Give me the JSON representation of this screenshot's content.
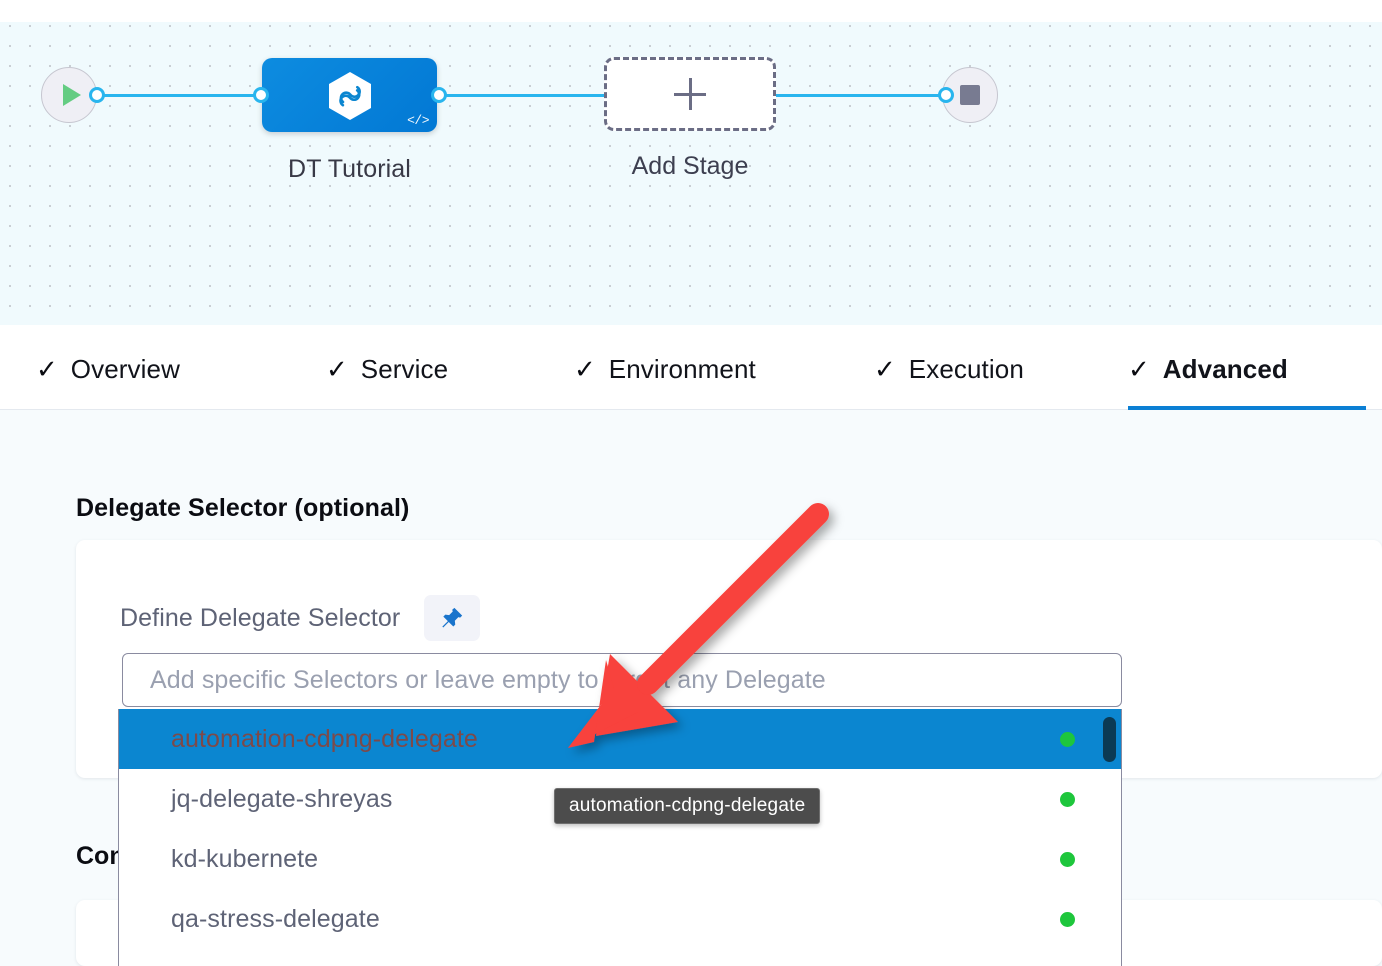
{
  "canvas": {
    "start_node": {
      "icon": "play-icon",
      "name": "pipeline-start"
    },
    "end_node": {
      "icon": "stop-icon",
      "name": "pipeline-end"
    },
    "stage": {
      "label": "DT Tutorial",
      "icon": "harness-hexagon-icon",
      "code_badge": "</>"
    },
    "add_stage": {
      "label": "Add Stage",
      "icon": "plus-icon"
    }
  },
  "tabs": [
    {
      "label": "Overview",
      "check": "✓",
      "active": false
    },
    {
      "label": "Service",
      "check": "✓",
      "active": false
    },
    {
      "label": "Environment",
      "check": "✓",
      "active": false
    },
    {
      "label": "Execution",
      "check": "✓",
      "active": false
    },
    {
      "label": "Advanced",
      "check": "✓",
      "active": true
    }
  ],
  "delegate_selector": {
    "section_title": "Delegate Selector (optional)",
    "define_label": "Define Delegate Selector",
    "pin_icon": "pushpin-icon",
    "input": {
      "value": "",
      "placeholder": "Add specific Selectors or leave empty to target any Delegate"
    },
    "options": [
      {
        "name": "automation-cdpng-delegate",
        "status": "connected",
        "selected": true
      },
      {
        "name": "jq-delegate-shreyas",
        "status": "connected",
        "selected": false
      },
      {
        "name": "kd-kubernete",
        "status": "connected",
        "selected": false
      },
      {
        "name": "qa-stress-delegate",
        "status": "connected",
        "selected": false
      }
    ],
    "tooltip": "automation-cdpng-delegate"
  },
  "conditional_section": {
    "section_title": "Conditional Execution"
  },
  "annotation": {
    "arrow_color": "#f8423c"
  },
  "colors": {
    "accent_blue": "#0b7fd4",
    "connector_blue": "#29b5ee",
    "canvas_bg": "#f0fafd",
    "status_green": "#1ec63c",
    "selected_row_bg": "#0b86d0",
    "tooltip_bg": "#4c4c4c"
  }
}
